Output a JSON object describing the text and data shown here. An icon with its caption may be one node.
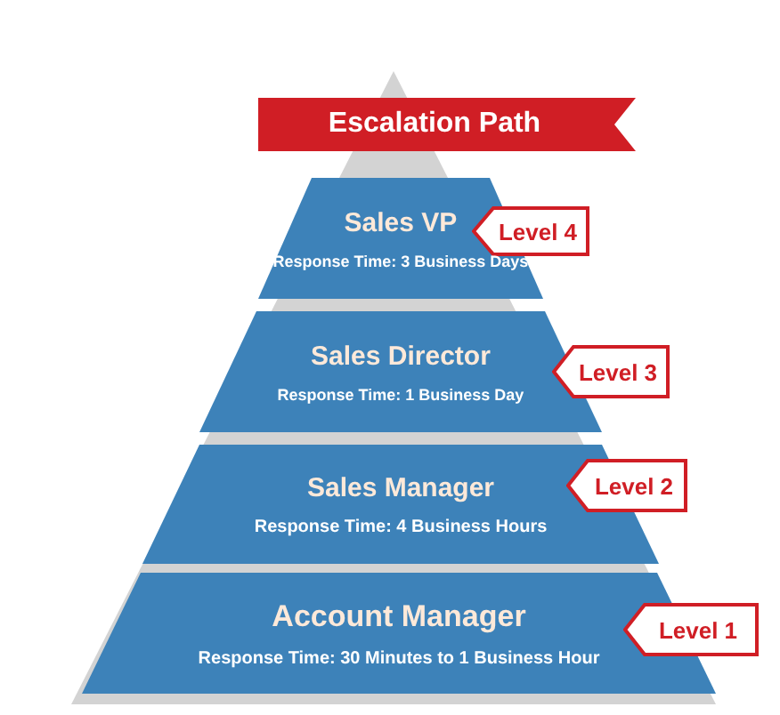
{
  "diagram": {
    "title": "Escalation Path",
    "nodes": [
      {
        "text": [
          "Sales VP",
          "Response Time: 3 Business Days"
        ]
      },
      {
        "text": [
          "Level 4"
        ]
      },
      {
        "text": [
          "Sales Director",
          "Response Time: 1 Business Day"
        ]
      },
      {
        "text": [
          "Level 3"
        ]
      },
      {
        "text": [
          "Sales Manager",
          "Response Time: 4 Business Hours"
        ]
      },
      {
        "text": [
          "Level 2"
        ]
      },
      {
        "text": [
          "Account Manager",
          "Response Time: 30 Minutes to 1 Business Hour"
        ]
      },
      {
        "text": [
          "Level 1"
        ]
      }
    ]
  }
}
